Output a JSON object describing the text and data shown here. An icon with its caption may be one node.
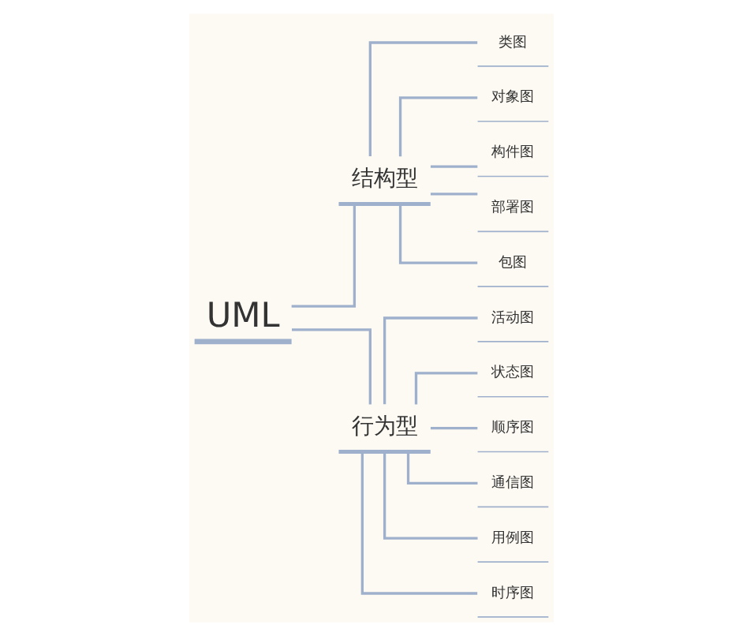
{
  "diagram": {
    "nodes": [
      {
        "text": [
          "UML"
        ]
      },
      {
        "text": [
          "结构型"
        ]
      },
      {
        "text": [
          "行为型"
        ]
      },
      {
        "text": [
          "类图"
        ]
      },
      {
        "text": [
          "对象图"
        ]
      },
      {
        "text": [
          "构件图"
        ]
      },
      {
        "text": [
          "部署图"
        ]
      },
      {
        "text": [
          "包图"
        ]
      },
      {
        "text": [
          "活动图"
        ]
      },
      {
        "text": [
          "状态图"
        ]
      },
      {
        "text": [
          "顺序图"
        ]
      },
      {
        "text": [
          "通信图"
        ]
      },
      {
        "text": [
          "用例图"
        ]
      },
      {
        "text": [
          "时序图"
        ]
      }
    ],
    "edges": [
      {
        "from": 0,
        "to": 1,
        "arrow": "none"
      },
      {
        "from": 0,
        "to": 2,
        "arrow": "none"
      },
      {
        "from": 1,
        "to": 3,
        "arrow": "none"
      },
      {
        "from": 1,
        "to": 4,
        "arrow": "none"
      },
      {
        "from": 1,
        "to": 5,
        "arrow": "none"
      },
      {
        "from": 1,
        "to": 6,
        "arrow": "none"
      },
      {
        "from": 1,
        "to": 7,
        "arrow": "none"
      },
      {
        "from": 2,
        "to": 8,
        "arrow": "none"
      },
      {
        "from": 2,
        "to": 9,
        "arrow": "none"
      },
      {
        "from": 2,
        "to": 10,
        "arrow": "none"
      },
      {
        "from": 2,
        "to": 11,
        "arrow": "none"
      },
      {
        "from": 2,
        "to": 12,
        "arrow": "none"
      },
      {
        "from": 2,
        "to": 13,
        "arrow": "none"
      }
    ]
  }
}
